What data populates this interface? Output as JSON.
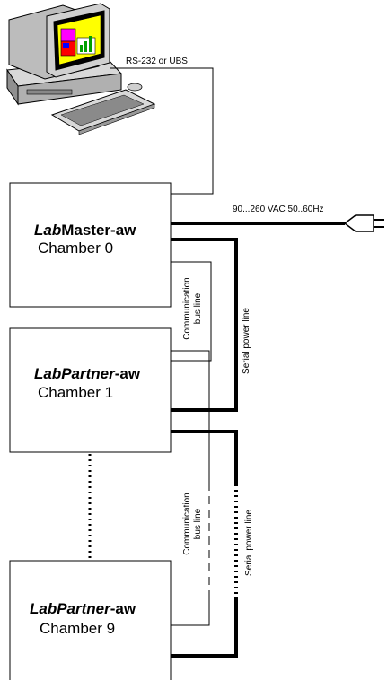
{
  "computer": {
    "link_label": "RS-232 or UBS"
  },
  "power_supply": {
    "label": "90...260 VAC 50..60Hz"
  },
  "chambers": [
    {
      "brand_italic": "Lab",
      "brand_rest": "Master",
      "suffix": "-aw",
      "name": "Chamber 0"
    },
    {
      "brand_italic": "LabPartner",
      "brand_rest": "",
      "suffix": "-aw",
      "name": "Chamber 1"
    },
    {
      "brand_italic": "LabPartner",
      "brand_rest": "",
      "suffix": "-aw",
      "name": "Chamber 9"
    }
  ],
  "lines": {
    "comm_bus_top": [
      "Communication",
      "bus line"
    ],
    "comm_bus_bottom": [
      "Communication",
      "bus line"
    ],
    "serial_power_top": "Serial power line",
    "serial_power_bottom": "Serial power line"
  },
  "colors": {
    "monitor_body": "#c8c8c8",
    "screen_bg": "#ffff00",
    "window_magenta": "#ff00ff",
    "window_blue": "#0000ff",
    "window_red": "#ff0000",
    "chart_green": "#00a000"
  }
}
